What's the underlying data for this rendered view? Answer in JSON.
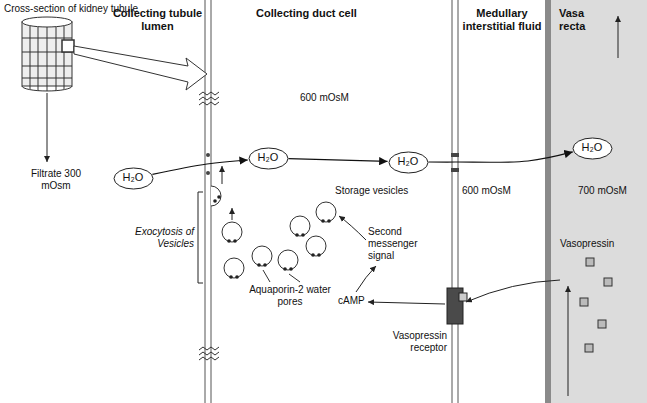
{
  "diagram": {
    "nodes": [
      {
        "text": [
          "Collecting tubule lumen"
        ]
      },
      {
        "text": [
          "H₂O"
        ],
        "in": 0
      },
      {
        "text": [
          "Collecting duct cell"
        ]
      },
      {
        "text": [
          "H₂O"
        ],
        "in": 2
      },
      {
        "text": [
          "H₂O"
        ],
        "in": 2
      },
      {
        "text": [
          "Medullary interstitial fluid"
        ]
      },
      {
        "text": [
          "Vasa recta"
        ]
      },
      {
        "text": [
          "H₂O"
        ],
        "in": 6
      }
    ],
    "edges": [
      {
        "from": 1,
        "to": 3,
        "arrow": "to"
      },
      {
        "from": 3,
        "to": 4,
        "arrow": "to"
      },
      {
        "from": 4,
        "to": 7,
        "arrow": "to"
      }
    ],
    "labels": [
      "Cross-section of kidney tubule",
      "Filtrate 300 mOsm",
      "600 mOsM",
      "600 mOsM",
      "700 mOsM",
      "Storage vesicles",
      "Second messenger signal",
      "Exocytosis of Vesicles",
      "Aquaporin-2 water pores",
      "cAMP",
      "Vasopressin receptor",
      "Vasopressin"
    ]
  }
}
